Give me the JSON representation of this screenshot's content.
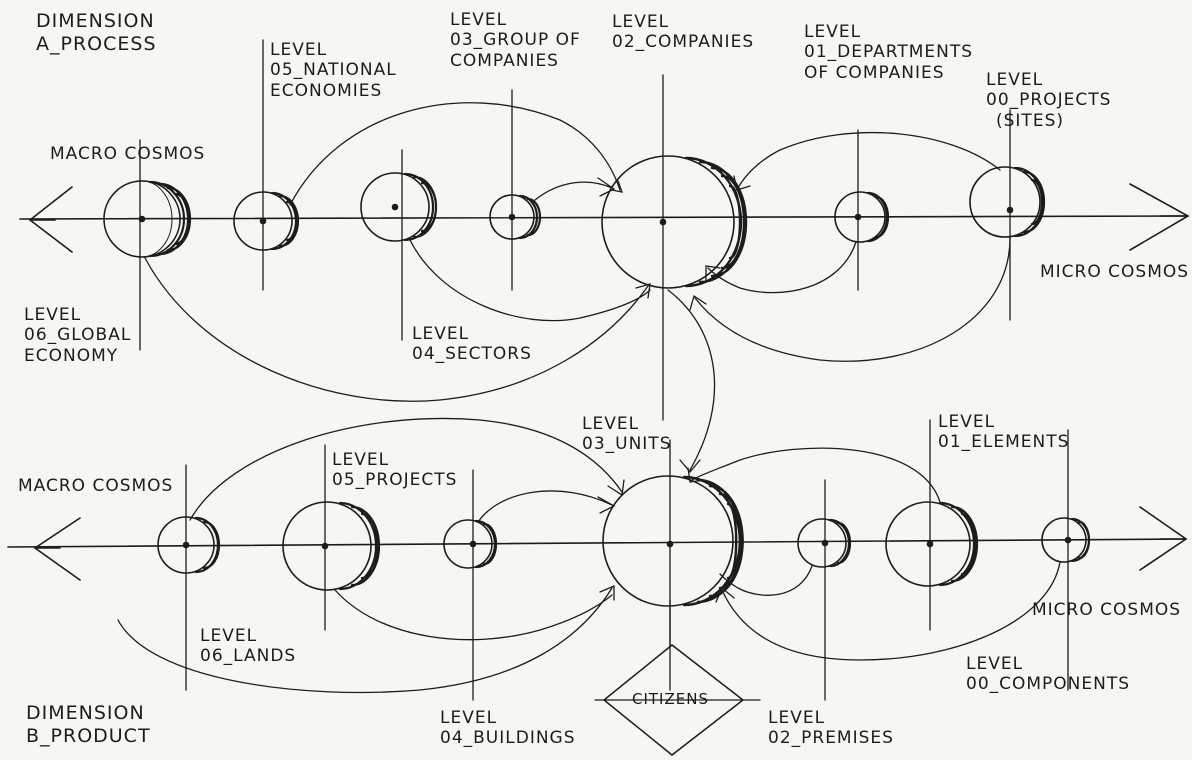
{
  "dimension_a": {
    "title_line1": "DIMENSION",
    "title_line2": "A_PROCESS",
    "macro": "MACRO COSMOS",
    "micro": "MICRO COSMOS",
    "levels": [
      {
        "l1": "LEVEL",
        "l2": "06_GLOBAL",
        "l3": "ECONOMY"
      },
      {
        "l1": "LEVEL",
        "l2": "05_NATIONAL",
        "l3": "ECONOMIES"
      },
      {
        "l1": "LEVEL",
        "l2": "04_SECTORS"
      },
      {
        "l1": "LEVEL",
        "l2": "03_GROUP OF",
        "l3": "COMPANIES"
      },
      {
        "l1": "LEVEL",
        "l2": "02_COMPANIES"
      },
      {
        "l1": "LEVEL",
        "l2": "01_DEPARTMENTS",
        "l3": "OF COMPANIES"
      },
      {
        "l1": "LEVEL",
        "l2": "00_PROJECTS",
        "l3": "(SITES)"
      }
    ]
  },
  "dimension_b": {
    "title_line1": "DIMENSION",
    "title_line2": "B_PRODUCT",
    "macro": "MACRO COSMOS",
    "micro": "MICRO COSMOS",
    "levels": [
      {
        "l1": "LEVEL",
        "l2": "06_LANDS"
      },
      {
        "l1": "LEVEL",
        "l2": "05_PROJECTS"
      },
      {
        "l1": "LEVEL",
        "l2": "04_BUILDINGS"
      },
      {
        "l1": "LEVEL",
        "l2": "03_UNITS"
      },
      {
        "l1": "LEVEL",
        "l2": "02_PREMISES"
      },
      {
        "l1": "LEVEL",
        "l2": "01_ELEMENTS"
      },
      {
        "l1": "LEVEL",
        "l2": "00_COMPONENTS"
      }
    ]
  },
  "citizens": "CITIZENS"
}
